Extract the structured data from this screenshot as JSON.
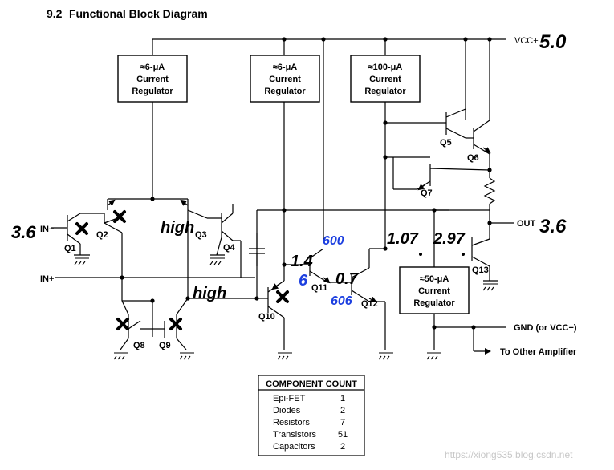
{
  "section": {
    "number": "9.2",
    "title": "Functional Block Diagram"
  },
  "regulators": {
    "reg_6ua_a": {
      "line1": "≈6-μA",
      "line2": "Current",
      "line3": "Regulator"
    },
    "reg_6ua_b": {
      "line1": "≈6-μA",
      "line2": "Current",
      "line3": "Regulator"
    },
    "reg_100ua": {
      "line1": "≈100-μA",
      "line2": "Current",
      "line3": "Regulator"
    },
    "reg_50ua": {
      "line1": "≈50-μA",
      "line2": "Current",
      "line3": "Regulator"
    }
  },
  "pins": {
    "vcc_plus": "VCC+",
    "in_minus": "IN−",
    "in_plus": "IN+",
    "out": "OUT",
    "gnd": "GND (or VCC−)",
    "to_other": "To Other Amplifier"
  },
  "transistors": [
    "Q1",
    "Q2",
    "Q3",
    "Q4",
    "Q5",
    "Q6",
    "Q7",
    "Q8",
    "Q9",
    "Q10",
    "Q11",
    "Q12",
    "Q13"
  ],
  "annotations": {
    "vcc_value": "5.0",
    "out_value": "3.6",
    "in_minus_value": "3.6",
    "q3_note": "high",
    "q10_note": "high",
    "q11_base": "1.4",
    "q11_emitter": "6",
    "q11_collector": "600",
    "q12_base": "0.7",
    "q12_collector": "606",
    "q7_node": "1.07",
    "q13_node": "2.97"
  },
  "component_count": {
    "header": "COMPONENT COUNT",
    "rows": [
      {
        "name": "Epi-FET",
        "count": "1"
      },
      {
        "name": "Diodes",
        "count": "2"
      },
      {
        "name": "Resistors",
        "count": "7"
      },
      {
        "name": "Transistors",
        "count": "51"
      },
      {
        "name": "Capacitors",
        "count": "2"
      }
    ]
  },
  "watermark": "https://xiong535.blog.csdn.net"
}
